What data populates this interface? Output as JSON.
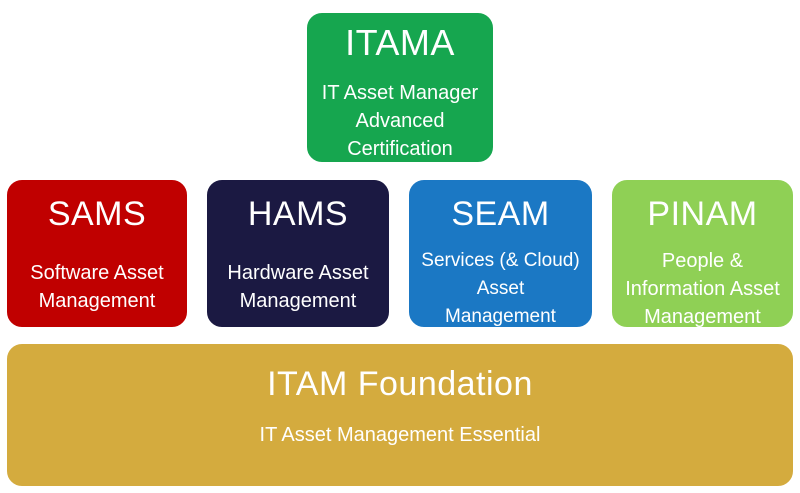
{
  "canvas": {
    "background": "#ffffff"
  },
  "blocks": [
    {
      "id": "itama",
      "acronym": "ITAMA",
      "description_lines": [
        "IT Asset Manager",
        "Advanced",
        "Certification"
      ],
      "color": "#16A64F",
      "text_color": "#ffffff"
    },
    {
      "id": "sams",
      "acronym": "SAMS",
      "description_lines": [
        "Software Asset",
        "Management"
      ],
      "color": "#C00000",
      "text_color": "#ffffff"
    },
    {
      "id": "hams",
      "acronym": "HAMS",
      "description_lines": [
        "Hardware Asset",
        "Management"
      ],
      "color": "#1B1942",
      "text_color": "#ffffff"
    },
    {
      "id": "seam",
      "acronym": "SEAM",
      "description_lines": [
        "Services (& Cloud)",
        "Asset",
        "Management"
      ],
      "color": "#1B78C4",
      "text_color": "#ffffff"
    },
    {
      "id": "pinam",
      "acronym": "PINAM",
      "description_lines": [
        "People &",
        "Information Asset",
        "Management"
      ],
      "color": "#8FD055",
      "text_color": "#ffffff"
    },
    {
      "id": "foundation",
      "acronym": "ITAM Foundation",
      "description_lines": [
        "IT Asset Management Essential"
      ],
      "color": "#D4AB3E",
      "text_color": "#ffffff"
    }
  ]
}
